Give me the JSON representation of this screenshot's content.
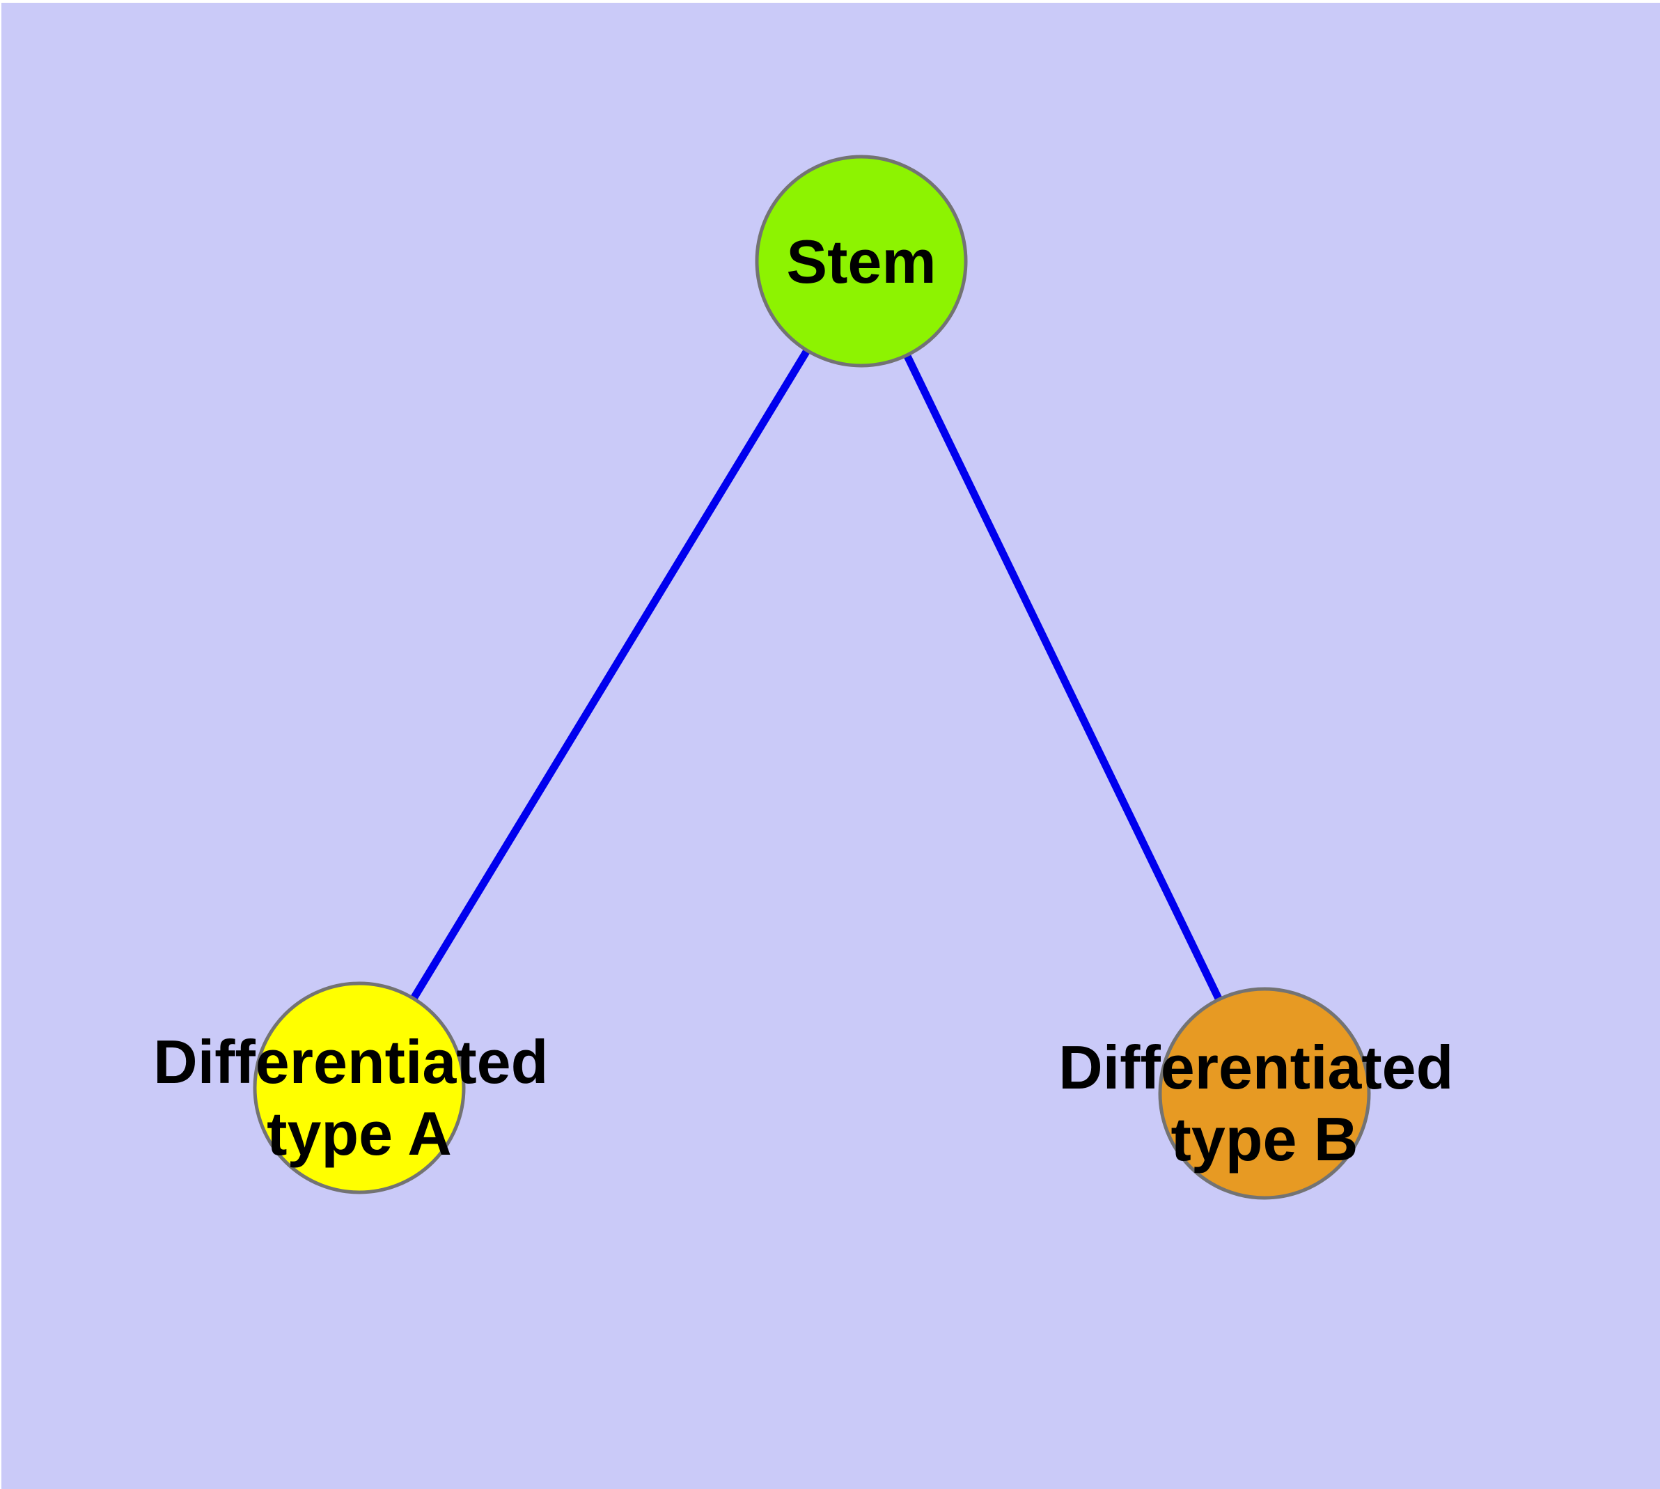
{
  "diagram": {
    "type": "node-link-graph",
    "background_color": "#CACAF8",
    "top_margin_color": "#FFFFFF",
    "edge_color": "#0000EE",
    "node_border_color": "#737373",
    "label_color": "#000000",
    "nodes": [
      {
        "id": "stem",
        "label": "Stem",
        "fill": "#8DF301"
      },
      {
        "id": "differentiated-type-a",
        "label": "Differentiated type A",
        "label_line1": "Differentiated",
        "label_line2": "type A",
        "fill": "#FFFF00"
      },
      {
        "id": "differentiated-type-b",
        "label": "Differentiated type B",
        "label_line1": "Differentiated",
        "label_line2": "type B",
        "fill": "#E79A23"
      }
    ],
    "edges": [
      {
        "from": "Stem",
        "to": "Differentiated type A"
      },
      {
        "from": "Stem",
        "to": "Differentiated type B"
      }
    ]
  }
}
